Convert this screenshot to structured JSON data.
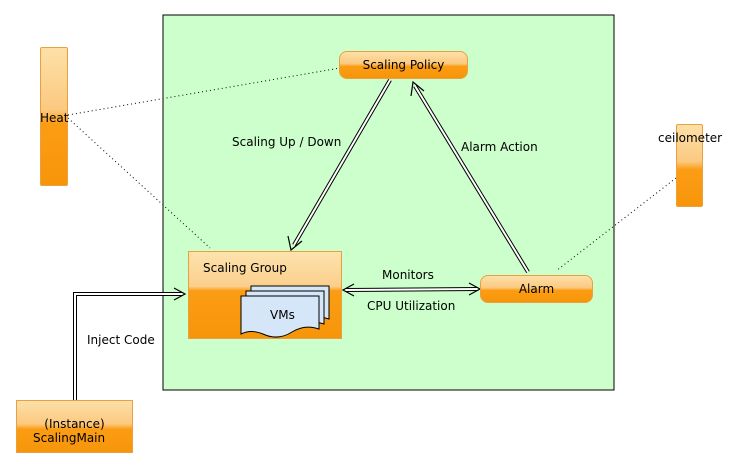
{
  "nodes": {
    "heat": "Heat",
    "ceilometer": "ceilometer",
    "scaling_policy": "Scaling Policy",
    "scaling_group": "Scaling Group",
    "vms": "VMs",
    "alarm": "Alarm",
    "instance_line1": "(Instance)",
    "instance_line2": "ScalingMain"
  },
  "edges": {
    "scaling_up_down": "Scaling Up / Down",
    "alarm_action": "Alarm Action",
    "monitors": "Monitors",
    "cpu_utilization": "CPU Utilization",
    "inject_code": "Inject Code"
  },
  "colors": {
    "container_fill": "#ccffcc",
    "node_orange": "#f7950a",
    "node_light": "#fde0a8",
    "vm_fill": "#d4e6f7"
  }
}
